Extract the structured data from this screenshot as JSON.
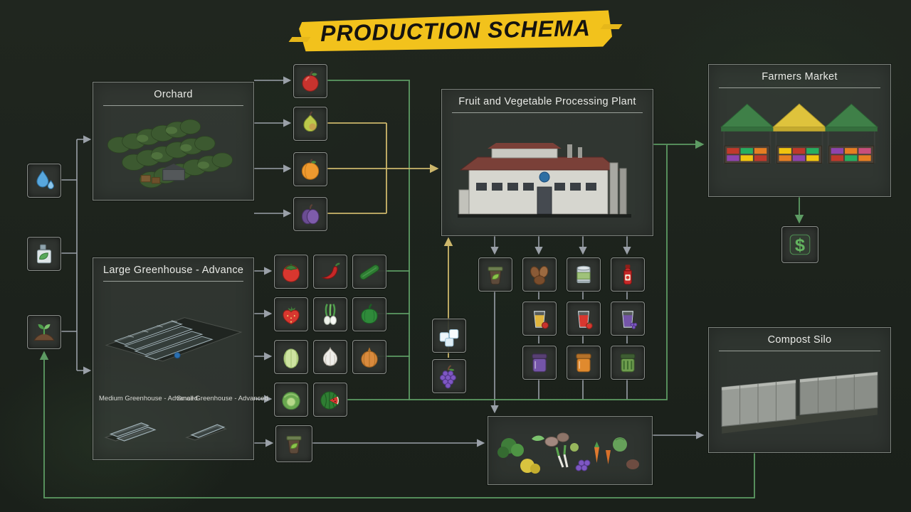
{
  "title": "PRODUCTION SCHEMA",
  "money_symbol": "$",
  "panels": {
    "orchard": {
      "label": "Orchard"
    },
    "greenhouse": {
      "label": "Large Greenhouse - Advanced",
      "medium_label": "Medium Greenhouse - Advanced",
      "small_label": "Small Greenhouse - Advanced"
    },
    "plant": {
      "label": "Fruit and Vegetable Processing Plant"
    },
    "market": {
      "label": "Farmers Market"
    },
    "silo": {
      "label": "Compost Silo"
    }
  },
  "colors": {
    "banner_yellow": "#f2c21c",
    "line_gray": "#9aa0a8",
    "line_green": "#5d9b63",
    "line_yellow": "#cdb76b",
    "money_green": "#63b45f",
    "panel_border": "#7d837d"
  },
  "icon_names": [
    "water-droplets",
    "liquid-fertilizer",
    "soil-seeds",
    "apple",
    "pear",
    "apricot",
    "plum",
    "tomato",
    "chili",
    "cucumber",
    "strawberry",
    "spring-onion",
    "bell-pepper",
    "napa-cabbage",
    "garlic",
    "onion",
    "lettuce",
    "watermelon",
    "compost-bin",
    "ice-cubes",
    "grapes",
    "compost",
    "dried-fruit",
    "canned-vegetables",
    "ketchup",
    "apple-juice",
    "tomato-juice",
    "grape-juice",
    "plum-jam",
    "apricot-jam",
    "pickled-cucumbers",
    "money",
    "vegetable-scraps"
  ],
  "connections": [
    {
      "from": "water",
      "to": "orchard",
      "color": "gray"
    },
    {
      "from": "water",
      "to": "large-greenhouse",
      "color": "gray"
    },
    {
      "from": "fertilizer",
      "to": "orchard",
      "color": "gray"
    },
    {
      "from": "fertilizer",
      "to": "large-greenhouse",
      "color": "gray"
    },
    {
      "from": "soil-seeds",
      "to": "orchard",
      "color": "gray"
    },
    {
      "from": "soil-seeds",
      "to": "large-greenhouse",
      "color": "gray"
    },
    {
      "from": "orchard",
      "to": "apple",
      "color": "gray"
    },
    {
      "from": "orchard",
      "to": "pear",
      "color": "gray"
    },
    {
      "from": "orchard",
      "to": "apricot",
      "color": "gray"
    },
    {
      "from": "orchard",
      "to": "plum",
      "color": "gray"
    },
    {
      "from": "large-greenhouse",
      "to": "vegetables",
      "color": "gray"
    },
    {
      "from": "large-greenhouse",
      "to": "compost-bin",
      "color": "gray"
    },
    {
      "from": "fruits-and-vegetables",
      "to": "farmers-market",
      "color": "green"
    },
    {
      "from": "pear",
      "to": "processing-plant",
      "color": "yellow"
    },
    {
      "from": "apricot",
      "to": "processing-plant",
      "color": "yellow"
    },
    {
      "from": "plum",
      "to": "processing-plant",
      "color": "yellow"
    },
    {
      "from": "ice-cubes",
      "to": "processing-plant",
      "color": "yellow"
    },
    {
      "from": "grapes",
      "to": "processing-plant",
      "color": "yellow"
    },
    {
      "from": "processing-plant",
      "to": "compost",
      "color": "gray"
    },
    {
      "from": "processing-plant",
      "to": "dried-fruit",
      "color": "gray"
    },
    {
      "from": "processing-plant",
      "to": "canned-vegetables",
      "color": "gray"
    },
    {
      "from": "processing-plant",
      "to": "ketchup",
      "color": "gray"
    },
    {
      "from": "processing-plant",
      "to": "juices",
      "color": "gray"
    },
    {
      "from": "processing-plant",
      "to": "jams",
      "color": "gray"
    },
    {
      "from": "processing-plant",
      "to": "farmers-market",
      "color": "green"
    },
    {
      "from": "products",
      "to": "farmers-market",
      "color": "green"
    },
    {
      "from": "farmers-market",
      "to": "money",
      "color": "green"
    },
    {
      "from": "compost-bin",
      "to": "vegetable-scraps",
      "color": "gray"
    },
    {
      "from": "compost",
      "to": "vegetable-scraps",
      "color": "gray"
    },
    {
      "from": "vegetable-scraps",
      "to": "compost-silo",
      "color": "gray"
    },
    {
      "from": "compost-silo",
      "to": "soil-seeds",
      "color": "green"
    }
  ]
}
